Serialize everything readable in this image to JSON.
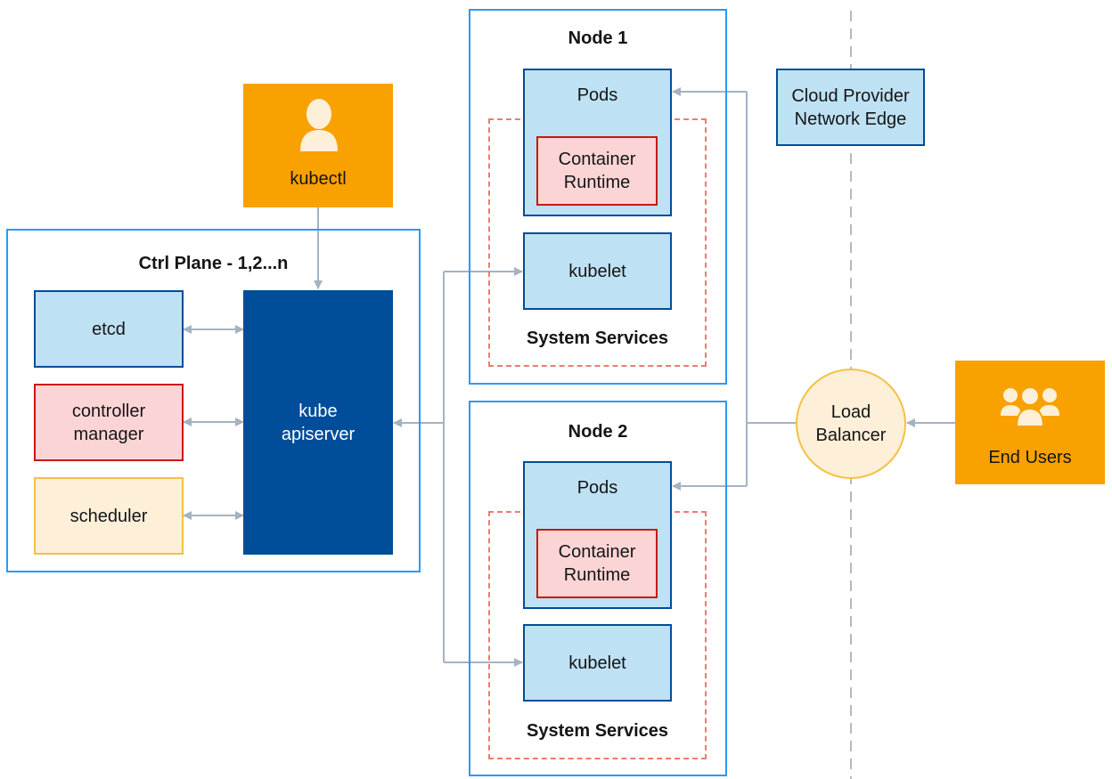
{
  "kubectl": {
    "label": "kubectl",
    "icon": "user-icon"
  },
  "ctrl_plane": {
    "title": "Ctrl Plane - 1,2...n",
    "etcd": "etcd",
    "controller_manager": "controller\nmanager",
    "scheduler": "scheduler",
    "apiserver": "kube\napiserver"
  },
  "node1": {
    "title": "Node 1",
    "pods": "Pods",
    "container_runtime": "Container\nRuntime",
    "kubelet": "kubelet",
    "system_services": "System Services"
  },
  "node2": {
    "title": "Node 2",
    "pods": "Pods",
    "container_runtime": "Container\nRuntime",
    "kubelet": "kubelet",
    "system_services": "System Services"
  },
  "cloud_provider": "Cloud Provider\nNetwork Edge",
  "load_balancer": "Load\nBalancer",
  "end_users": {
    "label": "End Users",
    "icon": "users-group-icon"
  },
  "colors": {
    "frame_blue": "#2b9af3",
    "light_blue": "#bee1f4",
    "navy": "#004d99",
    "orange": "#f9a100",
    "pink": "#fbd5d5",
    "red": "#c9190b",
    "cream": "#fdefd8",
    "yellow": "#f4c145",
    "arrow_gray": "#a3b3c2",
    "dashed_red": "#f4786e"
  }
}
